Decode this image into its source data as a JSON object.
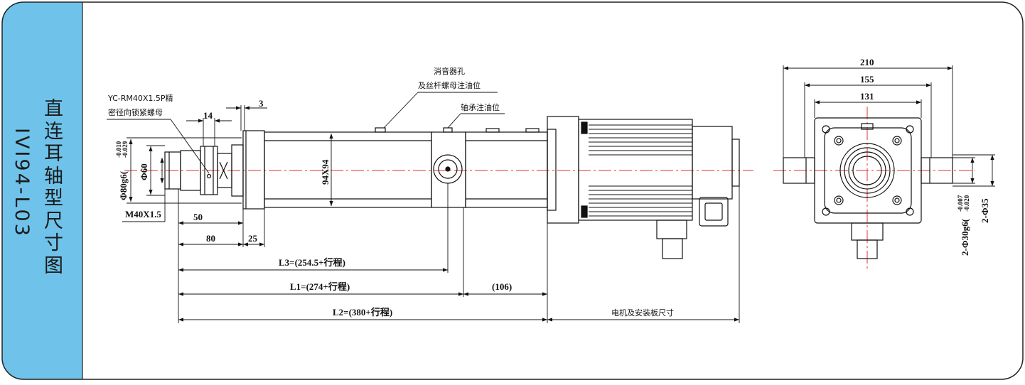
{
  "side_panel": {
    "title": "直连耳轴型尺寸图",
    "model": "IVI94-L03"
  },
  "side_view": {
    "callout_thread": "YC-RM40X1.5P精\n密径向锁紧螺母",
    "callout_muffler": "消音器孔\n及丝杆螺母注油位",
    "callout_bearing": "轴承注油位",
    "dim_14": "14",
    "dim_3": "3",
    "dim_phi80": "Φ80g6(-0.010 / -0.029)",
    "dim_phi80_main": "Φ80g6(",
    "dim_phi80_tol_upper": "-0.010",
    "dim_phi80_tol_lower": "-0.029",
    "dim_phi60": "Φ60",
    "dim_94x94": "94X94",
    "dim_m40": "M40X1.5",
    "dim_50": "50",
    "dim_80": "80",
    "dim_25": "25",
    "dim_l3": "L3=(254.5+行程)",
    "dim_l1": "L1=(274+行程)",
    "dim_106": "(106)",
    "dim_l2": "L2=(380+行程)",
    "dim_motor": "电机及安装板尺寸"
  },
  "end_view": {
    "dim_210": "210",
    "dim_155": "155",
    "dim_131": "131",
    "dim_phi30": "2-Φ30g6(-0.007 / -0.020)",
    "dim_phi30_main": "2-Φ30g6(",
    "dim_phi30_tol_upper": "-0.007",
    "dim_phi30_tol_lower": "-0.020",
    "dim_phi35": "2-Φ35"
  }
}
